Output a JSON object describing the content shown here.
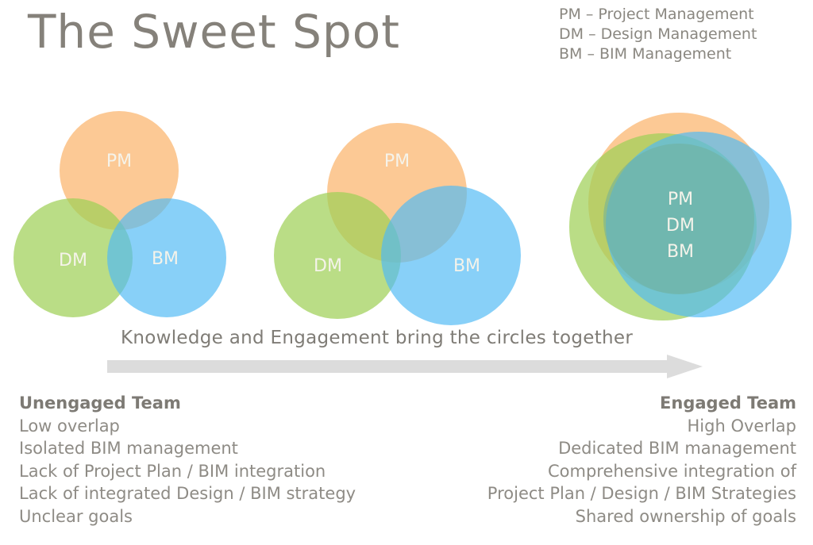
{
  "header": {
    "title": "The Sweet Spot"
  },
  "legend": {
    "items": [
      "PM – Project Management",
      "DM – Design Management",
      "BM – BIM Management"
    ]
  },
  "colors": {
    "pm": "#fbbd7a",
    "dm": "#a5d45e",
    "bm": "#5cc0f5",
    "text_gray": "#85817a",
    "arrow": "#dcdcdc",
    "circle_label": "#f5f3ea"
  },
  "diagrams": [
    {
      "stage": "unengaged",
      "circles": [
        {
          "id": "pm",
          "label": "PM"
        },
        {
          "id": "dm",
          "label": "DM"
        },
        {
          "id": "bm",
          "label": "BM"
        }
      ]
    },
    {
      "stage": "intermediate",
      "circles": [
        {
          "id": "pm",
          "label": "PM"
        },
        {
          "id": "dm",
          "label": "DM"
        },
        {
          "id": "bm",
          "label": "BM"
        }
      ]
    },
    {
      "stage": "engaged",
      "combined_label": [
        "PM",
        "DM",
        "BM"
      ]
    }
  ],
  "arrow": {
    "caption": "Knowledge and Engagement  bring the circles together"
  },
  "unengaged": {
    "heading": "Unengaged  Team",
    "items": [
      "Low overlap",
      "Isolated BIM management",
      "Lack of Project Plan / BIM integration",
      "Lack of integrated Design / BIM strategy",
      "Unclear goals"
    ]
  },
  "engaged": {
    "heading": "Engaged Team",
    "items": [
      "High Overlap",
      "Dedicated BIM management",
      "Comprehensive integration of",
      "Project Plan / Design / BIM Strategies",
      "Shared ownership of goals"
    ]
  }
}
